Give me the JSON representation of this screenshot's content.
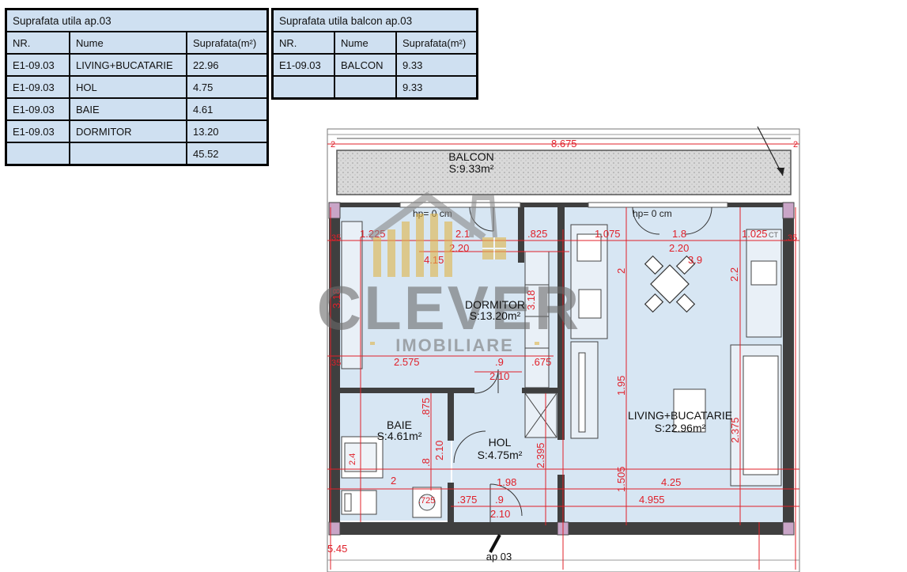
{
  "table_apartment": {
    "title": "Suprafata utila ap.03",
    "headers": [
      "NR.",
      "Nume",
      "Suprafata(m²)"
    ],
    "rows": [
      [
        "E1-09.03",
        "LIVING+BUCATARIE",
        "22.96"
      ],
      [
        "E1-09.03",
        "HOL",
        "4.75"
      ],
      [
        "E1-09.03",
        "BAIE",
        "4.61"
      ],
      [
        "E1-09.03",
        "DORMITOR",
        "13.20"
      ]
    ],
    "total": "45.52"
  },
  "table_balcony": {
    "title": "Suprafata utila balcon ap.03",
    "headers": [
      "NR.",
      "Nume",
      "Suprafata(m²)"
    ],
    "rows": [
      [
        "E1-09.03",
        "BALCON",
        "9.33"
      ]
    ],
    "total": "9.33"
  },
  "plan": {
    "rooms": {
      "balcon": {
        "name": "BALCON",
        "area": "S:9.33m²"
      },
      "dormitor": {
        "name": "DORMITOR",
        "area": "S:13.20m²"
      },
      "baie": {
        "name": "BAIE",
        "area": "S:4.61m²"
      },
      "hol": {
        "name": "HOL",
        "area": "S:4.75m²"
      },
      "living": {
        "name": "LIVING+BUCATARIE",
        "area": "S:22.96m²"
      }
    },
    "entrance_label": "ap 03",
    "threshold_labels": [
      "hp= 0 cm",
      "hp= 0 cm"
    ],
    "ct_label": "CT",
    "dimensions": [
      "8.675",
      "1.225",
      "2.1",
      "2.20",
      ".825",
      "1.075",
      "1.8",
      "2.20",
      "1.025",
      "4.15",
      "3.9",
      "3.18",
      "3.18",
      "2.2",
      "2",
      "2.575",
      ".9",
      "2.10",
      ".675",
      "1.95",
      ".875",
      "2.375",
      "2.10",
      ".8",
      "2.395",
      "1.505",
      "2",
      "1.98",
      "4.25",
      ".725",
      ".375",
      ".9",
      "2.10",
      "4.955",
      ".35",
      ".35",
      ".35",
      "5.45",
      "2",
      "2",
      "2.4"
    ]
  },
  "watermark": {
    "brand": "CLEVER",
    "sub": "IMOBILIARE"
  },
  "colors": {
    "table_fill": "#cfe0f1",
    "floor_fill": "#d7e6f3",
    "wall": "#3f3f3f",
    "dimension": "#e0202a",
    "watermark_gold": "#e0b548"
  }
}
